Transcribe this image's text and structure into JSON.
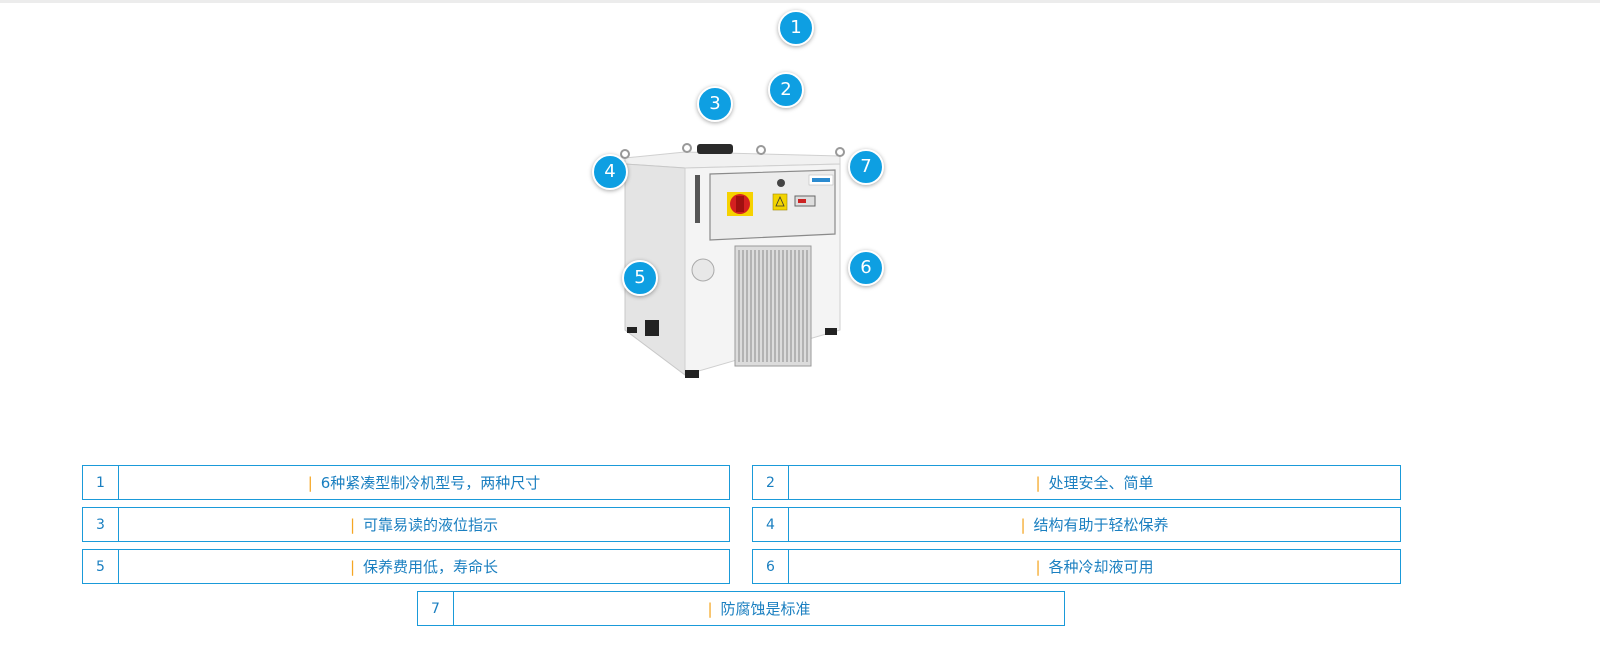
{
  "hotspots": [
    "1",
    "2",
    "3",
    "4",
    "5",
    "6",
    "7"
  ],
  "features": [
    {
      "num": "1",
      "text": "6种紧凑型制冷机型号，两种尺寸"
    },
    {
      "num": "2",
      "text": "处理安全、简单"
    },
    {
      "num": "3",
      "text": "可靠易读的液位指示"
    },
    {
      "num": "4",
      "text": "结构有助于轻松保养"
    },
    {
      "num": "5",
      "text": "保养费用低，寿命长"
    },
    {
      "num": "6",
      "text": "各种冷却液可用"
    },
    {
      "num": "7",
      "text": "防腐蚀是标准"
    }
  ],
  "separator": "|",
  "colors": {
    "hotspot": "#0e9fe2",
    "border": "#1a9ad9",
    "text": "#1a7fc0",
    "separator": "#f5a623"
  }
}
